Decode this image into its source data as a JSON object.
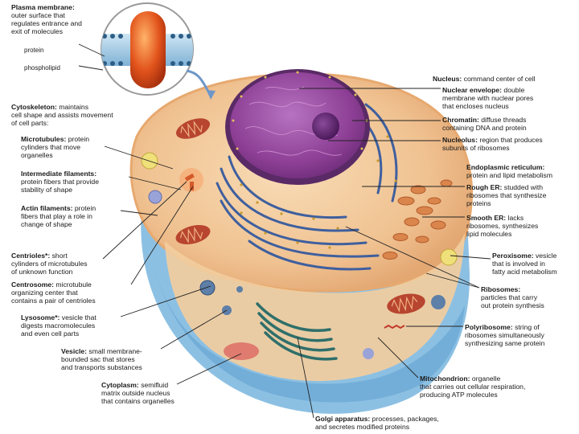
{
  "colors": {
    "cytoplasm": "#f3c99c",
    "membrane": "#7fb7d9",
    "nucleus": "#8d3f95",
    "nucleolus": "#5a1f69",
    "rough_er": "#3f5f9e",
    "mitochondria": "#b8452f",
    "golgi": "#2f6f6a",
    "leader_line": "#222222"
  },
  "inset": {
    "title": "Plasma membrane:",
    "desc": "outer surface that\nregulates entrance and\nexit of molecules",
    "protein": "protein",
    "phospholipid": "phospholipid"
  },
  "labels": [
    {
      "id": "nucleus",
      "title": "Nucleus:",
      "desc": "command center of cell"
    },
    {
      "id": "nuclear-envelope",
      "title": "Nuclear envelope:",
      "desc": "double\nmembrane with nuclear pores\nthat encloses nucleus"
    },
    {
      "id": "chromatin",
      "title": "Chromatin:",
      "desc": "diffuse threads\ncontaining DNA and protein"
    },
    {
      "id": "nucleolus",
      "title": "Nucleolus:",
      "desc": "region that produces\nsubunits of ribosomes"
    },
    {
      "id": "endoplasmic-reticulum",
      "title": "Endoplasmic reticulum:",
      "desc": "\nprotein and lipid metabolism"
    },
    {
      "id": "rough-er",
      "title": "Rough ER:",
      "desc": "studded with\nribosomes that synthesize\nproteins"
    },
    {
      "id": "smooth-er",
      "title": "Smooth ER:",
      "desc": "lacks\nribosomes, synthesizes\nlipid molecules"
    },
    {
      "id": "peroxisome",
      "title": "Peroxisome:",
      "desc": "vesicle\nthat is involved in\nfatty acid metabolism"
    },
    {
      "id": "ribosomes",
      "title": "Ribosomes:",
      "desc": "\nparticles that carry\nout protein synthesis"
    },
    {
      "id": "polyribosome",
      "title": "Polyribosome:",
      "desc": "string of\nribosomes simultaneously\nsynthesizing same protein"
    },
    {
      "id": "mitochondrion",
      "title": "Mitochondrion:",
      "desc": "organelle\nthat carries out cellular respiration,\nproducing ATP molecules"
    },
    {
      "id": "golgi-apparatus",
      "title": "Golgi apparatus:",
      "desc": "processes, packages,\nand secretes modified proteins"
    },
    {
      "id": "cytoskeleton",
      "title": "Cytoskeleton:",
      "desc": "maintains\ncell shape and assists movement\nof cell parts:"
    },
    {
      "id": "microtubules",
      "title": "Microtubules:",
      "desc": "protein\ncylinders that move\norganelles"
    },
    {
      "id": "intermediate-filaments",
      "title": "Intermediate filaments:",
      "desc": "\nprotein fibers that provide\nstability of shape"
    },
    {
      "id": "actin-filaments",
      "title": "Actin filaments:",
      "desc": "protein\nfibers that play a role in\nchange of shape"
    },
    {
      "id": "centrioles",
      "title": "Centrioles*:",
      "desc": "short\ncylinders of microtubules\nof unknown function"
    },
    {
      "id": "centrosome",
      "title": "Centrosome:",
      "desc": "microtubule\norganizing center that\ncontains a pair of centrioles"
    },
    {
      "id": "lysosome",
      "title": "Lysosome*:",
      "desc": "vesicle that\ndigests macromolecules\nand even cell parts"
    },
    {
      "id": "vesicle",
      "title": "Vesicle:",
      "desc": "small membrane-\nbounded sac that stores\nand transports substances"
    },
    {
      "id": "cytoplasm",
      "title": "Cytoplasm:",
      "desc": "semifluid\nmatrix outside nucleus\nthat contains organelles"
    }
  ]
}
